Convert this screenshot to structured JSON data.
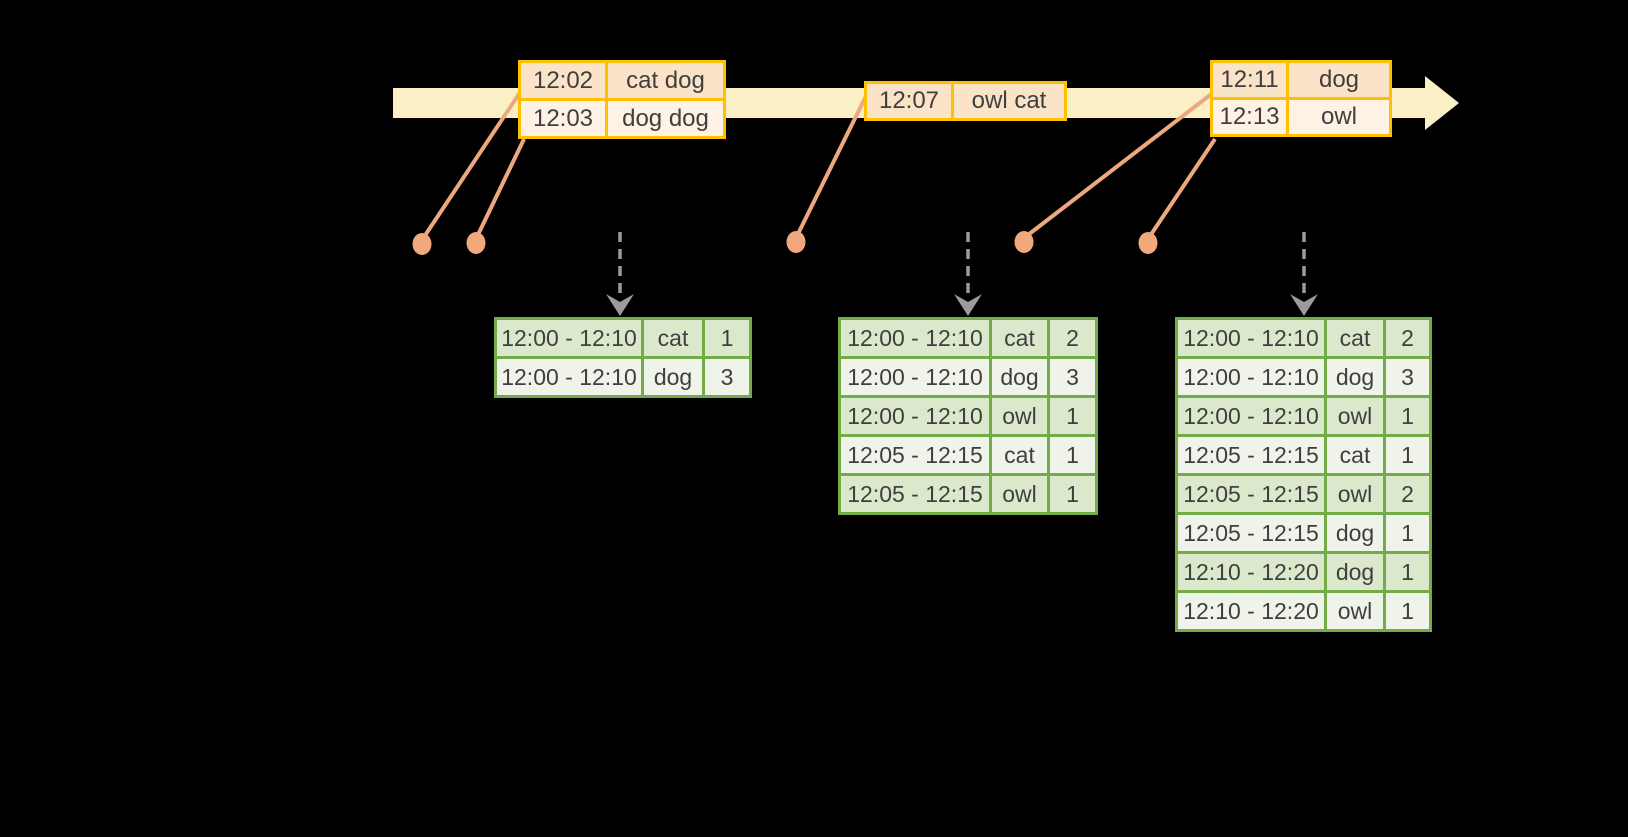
{
  "colors": {
    "background": "#000000",
    "timeline_fill": "#fbefc6",
    "orange_border": "#ffc000",
    "orange_row_dark": "#fae3c6",
    "orange_row_light": "#fdf2e3",
    "green_border": "#71ac47",
    "green_row_dark": "#dbe8cc",
    "green_row_light": "#eff3e9",
    "connector": "#eda87e",
    "dashed_arrow": "#9b9b9b",
    "text": "#3f3f3f"
  },
  "icons": {
    "timeline_arrow": "right-arrow",
    "event_marker": "dot",
    "trigger_arrow": "dashed-down-arrow"
  },
  "input_tables": [
    {
      "rows": [
        {
          "time": "12:02",
          "words": "cat dog"
        },
        {
          "time": "12:03",
          "words": "dog dog"
        }
      ]
    },
    {
      "rows": [
        {
          "time": "12:07",
          "words": "owl cat"
        }
      ]
    },
    {
      "rows": [
        {
          "time": "12:11",
          "words": "dog"
        },
        {
          "time": "12:13",
          "words": "owl"
        }
      ]
    }
  ],
  "result_tables": [
    {
      "rows": [
        {
          "window": "12:00 - 12:10",
          "word": "cat",
          "count": "1"
        },
        {
          "window": "12:00 - 12:10",
          "word": "dog",
          "count": "3"
        }
      ]
    },
    {
      "rows": [
        {
          "window": "12:00 - 12:10",
          "word": "cat",
          "count": "2"
        },
        {
          "window": "12:00 - 12:10",
          "word": "dog",
          "count": "3"
        },
        {
          "window": "12:00 - 12:10",
          "word": "owl",
          "count": "1"
        },
        {
          "window": "12:05 - 12:15",
          "word": "cat",
          "count": "1"
        },
        {
          "window": "12:05 - 12:15",
          "word": "owl",
          "count": "1"
        }
      ]
    },
    {
      "rows": [
        {
          "window": "12:00 - 12:10",
          "word": "cat",
          "count": "2"
        },
        {
          "window": "12:00 - 12:10",
          "word": "dog",
          "count": "3"
        },
        {
          "window": "12:00 - 12:10",
          "word": "owl",
          "count": "1"
        },
        {
          "window": "12:05 - 12:15",
          "word": "cat",
          "count": "1"
        },
        {
          "window": "12:05 - 12:15",
          "word": "owl",
          "count": "2"
        },
        {
          "window": "12:05 - 12:15",
          "word": "dog",
          "count": "1"
        },
        {
          "window": "12:10 - 12:20",
          "word": "dog",
          "count": "1"
        },
        {
          "window": "12:10 - 12:20",
          "word": "owl",
          "count": "1"
        }
      ]
    }
  ]
}
